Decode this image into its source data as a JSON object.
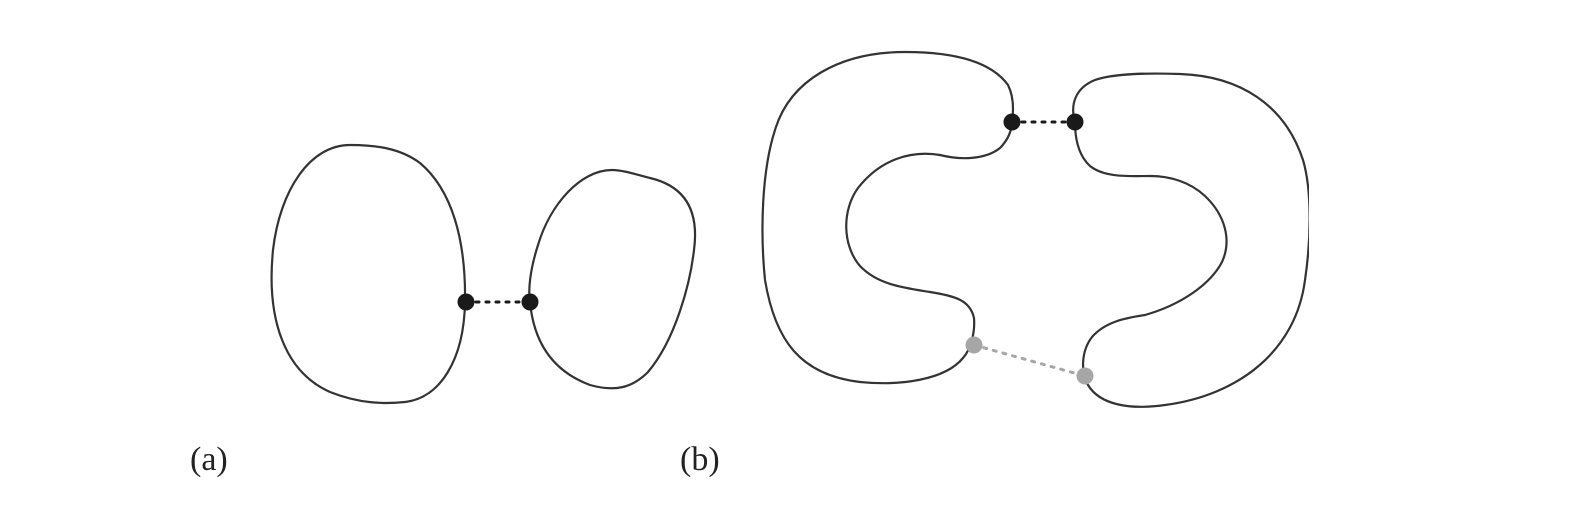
{
  "panels": [
    {
      "id": "a",
      "label": "(a)",
      "connection_colors": [
        "#1a1a1a"
      ]
    },
    {
      "id": "b",
      "label": "(b)",
      "connection_colors": [
        "#1a1a1a",
        "#a6a6a6"
      ]
    }
  ],
  "colors": {
    "outline": "#333333",
    "active_point": "#1a1a1a",
    "inactive_point": "#a6a6a6",
    "background": "#ffffff"
  }
}
